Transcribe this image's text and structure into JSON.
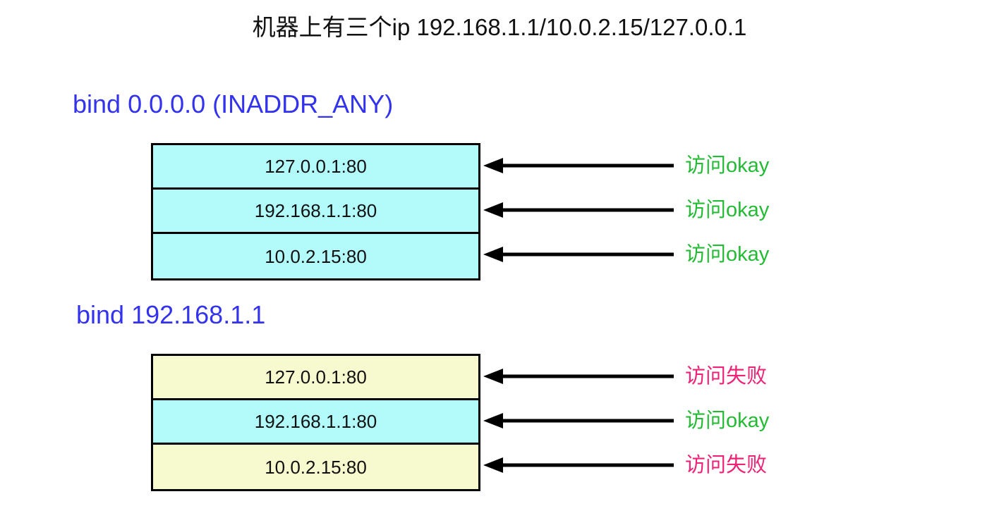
{
  "title": "机器上有三个ip 192.168.1.1/10.0.2.15/127.0.0.1",
  "colors": {
    "heading_blue": "#3333ee",
    "cell_cyan": "#b3fbfb",
    "cell_yellow": "#f7f9ce",
    "label_green": "#22bb33",
    "label_pink": "#ee2277",
    "border_black": "#000000"
  },
  "sections": [
    {
      "heading": "bind 0.0.0.0 (INADDR_ANY)",
      "rows": [
        {
          "address": "127.0.0.1:80",
          "fill": "cyan",
          "result": "访问okay",
          "status": "ok"
        },
        {
          "address": "192.168.1.1:80",
          "fill": "cyan",
          "result": "访问okay",
          "status": "ok"
        },
        {
          "address": "10.0.2.15:80",
          "fill": "cyan",
          "result": "访问okay",
          "status": "ok"
        }
      ]
    },
    {
      "heading": "bind 192.168.1.1",
      "rows": [
        {
          "address": "127.0.0.1:80",
          "fill": "yellow",
          "result": "访问失败",
          "status": "fail"
        },
        {
          "address": "192.168.1.1:80",
          "fill": "cyan",
          "result": "访问okay",
          "status": "ok"
        },
        {
          "address": "10.0.2.15:80",
          "fill": "yellow",
          "result": "访问失败",
          "status": "fail"
        }
      ]
    }
  ]
}
